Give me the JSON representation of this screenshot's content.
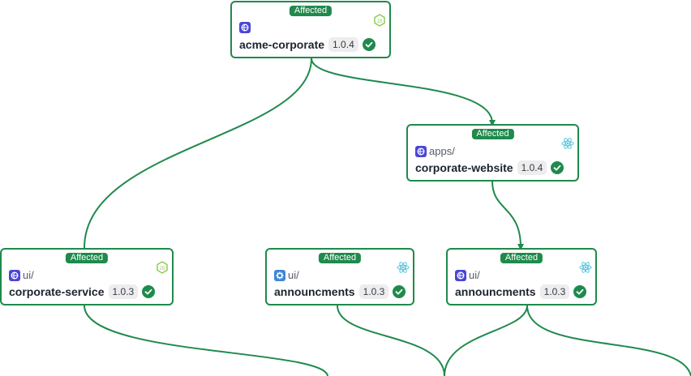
{
  "colors": {
    "accent": "#1f8a4c",
    "provider": "#4b45d6",
    "provider_alt": "#3f86d6",
    "react": "#58c4dc",
    "node": "#8cc84b"
  },
  "nodes": [
    {
      "badge": "Affected",
      "scope": "",
      "name": "acme-corporate",
      "version": "1.0.4",
      "framework": "node-icon",
      "provider": "globe"
    },
    {
      "badge": "Affected",
      "scope": "apps/",
      "name": "corporate-website",
      "version": "1.0.4",
      "framework": "react-icon",
      "provider": "globe"
    },
    {
      "badge": "Affected",
      "scope": "ui/",
      "name": "corporate-service",
      "version": "1.0.3",
      "framework": "node-icon",
      "provider": "globe"
    },
    {
      "badge": "Affected",
      "scope": "ui/",
      "name": "announcments",
      "version": "1.0.3",
      "framework": "react-icon",
      "provider": "cog"
    },
    {
      "badge": "Affected",
      "scope": "ui/",
      "name": "announcments",
      "version": "1.0.3",
      "framework": "react-icon",
      "provider": "globe"
    }
  ]
}
